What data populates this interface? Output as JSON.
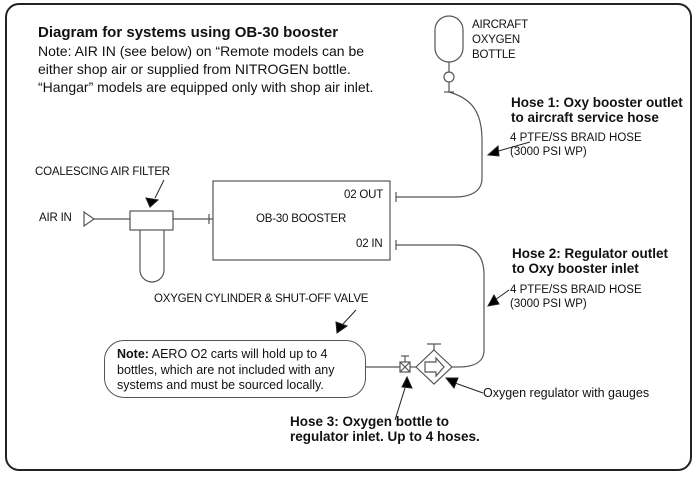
{
  "header": {
    "title": "Diagram for systems using OB-30 booster",
    "note_lines": [
      "Note: AIR IN (see below) on “Remote models can be",
      "either shop air or supplied from NITROGEN bottle.",
      "“Hangar” models are equipped only with shop air inlet."
    ]
  },
  "components": {
    "aircraft_bottle": [
      "AIRCRAFT",
      "OXYGEN",
      "BOTTLE"
    ],
    "filter": "COALESCING AIR FILTER",
    "air_in": "AIR IN",
    "booster": "OB-30 BOOSTER",
    "o2_out": "02 OUT",
    "o2_in": "02 IN",
    "cylinder": "OXYGEN CYLINDER & SHUT-OFF VALVE",
    "regulator": "Oxygen regulator with gauges"
  },
  "hoses": {
    "hose1": {
      "title": [
        "Hose 1:  Oxy booster outlet",
        "to aircraft service hose"
      ],
      "spec": [
        "4 PTFE/SS BRAID HOSE",
        "(3000 PSI WP)"
      ]
    },
    "hose2": {
      "title": [
        "Hose 2:  Regulator outlet",
        "to Oxy booster inlet"
      ],
      "spec": [
        "4 PTFE/SS BRAID HOSE",
        "(3000 PSI WP)"
      ]
    },
    "hose3": {
      "title": [
        "Hose 3:  Oxygen bottle to",
        "regulator inlet. Up to 4 hoses."
      ]
    }
  },
  "note_box": {
    "bold": "Note:",
    "text": " AERO O2 carts will hold up to 4 bottles, which are not included with any systems and must be sourced locally."
  }
}
